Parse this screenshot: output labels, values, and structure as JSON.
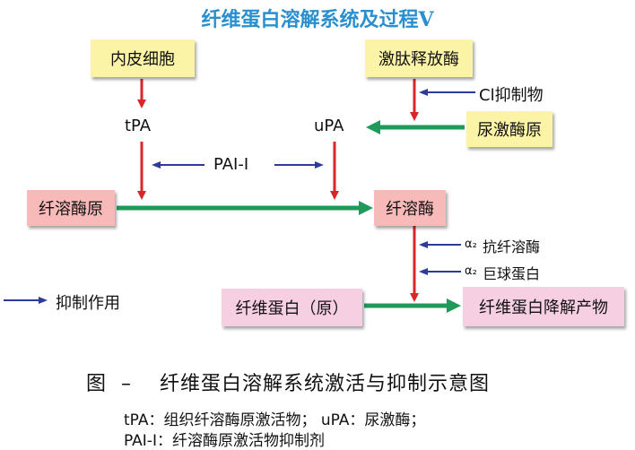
{
  "title": "纤维蛋白溶解系统及过程V",
  "nodes": {
    "endothelial": "内皮细胞",
    "activator_enzyme": "激肽释放酶",
    "tpa": "tPA",
    "upa": "uPA",
    "cl_inhibitor": "Cl抑制物",
    "prourokinase": "尿激酶原",
    "pai1": "PAI-I",
    "plasminogen": "纤溶酶原",
    "plasmin": "纤溶酶",
    "antiplasmin": "抗纤溶酶",
    "antiplasmin_prefix": "α₂",
    "macroglobulin": "巨球蛋白",
    "macroglobulin_prefix": "α₂",
    "fibrin": "纤维蛋白（原）",
    "fdp": "纤维蛋白降解产物"
  },
  "legend": {
    "inhibition": "抑制作用"
  },
  "caption": {
    "figure_label": "图  –",
    "figure_title": "纤维蛋白溶解系统激活与抑制示意图",
    "note_line1": "tPA：组织纤溶酶原激活物；  uPA：尿激酶；",
    "note_line2": "PAI-I：纤溶酶原激活物抑制剂"
  },
  "colors": {
    "title": "#2a8fcf",
    "red_arrow": "#d9262a",
    "green_arrow": "#1f9a5a",
    "blue_arrow": "#2d3a99",
    "yellow_box": "#fbf4a6",
    "pink_box": "#f8b9b9",
    "lightpink_box": "#f7cfe2"
  }
}
